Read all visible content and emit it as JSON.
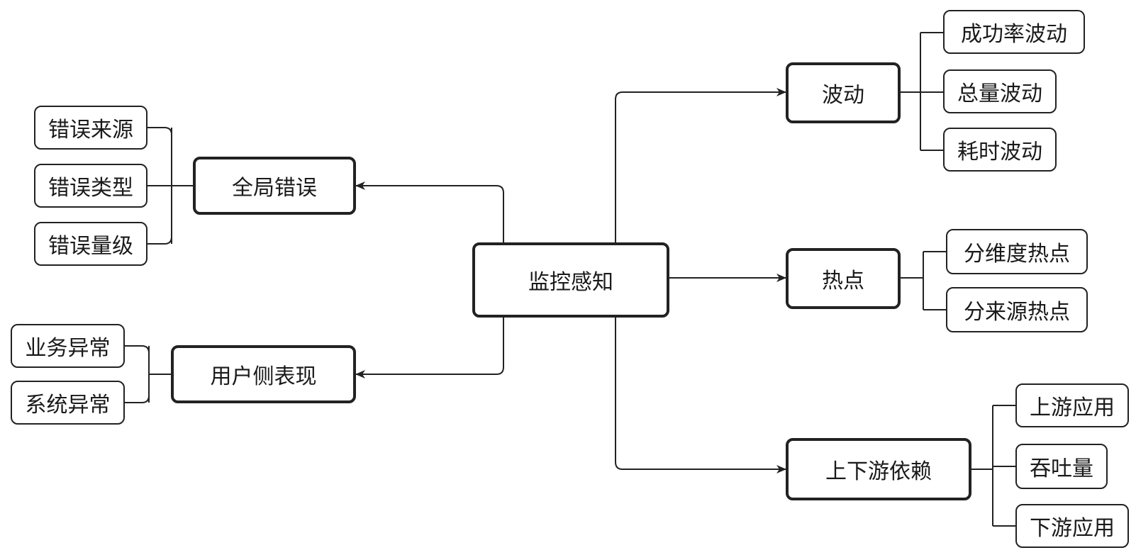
{
  "diagram": {
    "colors": {
      "stroke": "#222222",
      "text": "#1a1a1a",
      "background": "#ffffff"
    },
    "nodes": {
      "center": "监控感知",
      "global_error": "全局错误",
      "error_source": "错误来源",
      "error_type": "错误类型",
      "error_level": "错误量级",
      "user_side": "用户侧表现",
      "biz_exception": "业务异常",
      "sys_exception": "系统异常",
      "fluctuation": "波动",
      "success_rate": "成功率波动",
      "total_volume": "总量波动",
      "latency": "耗时波动",
      "hotspot": "热点",
      "dimension_hotspot": "分维度热点",
      "source_hotspot": "分来源热点",
      "dependency": "上下游依赖",
      "upstream": "上游应用",
      "throughput": "吞吐量",
      "downstream": "下游应用"
    }
  }
}
